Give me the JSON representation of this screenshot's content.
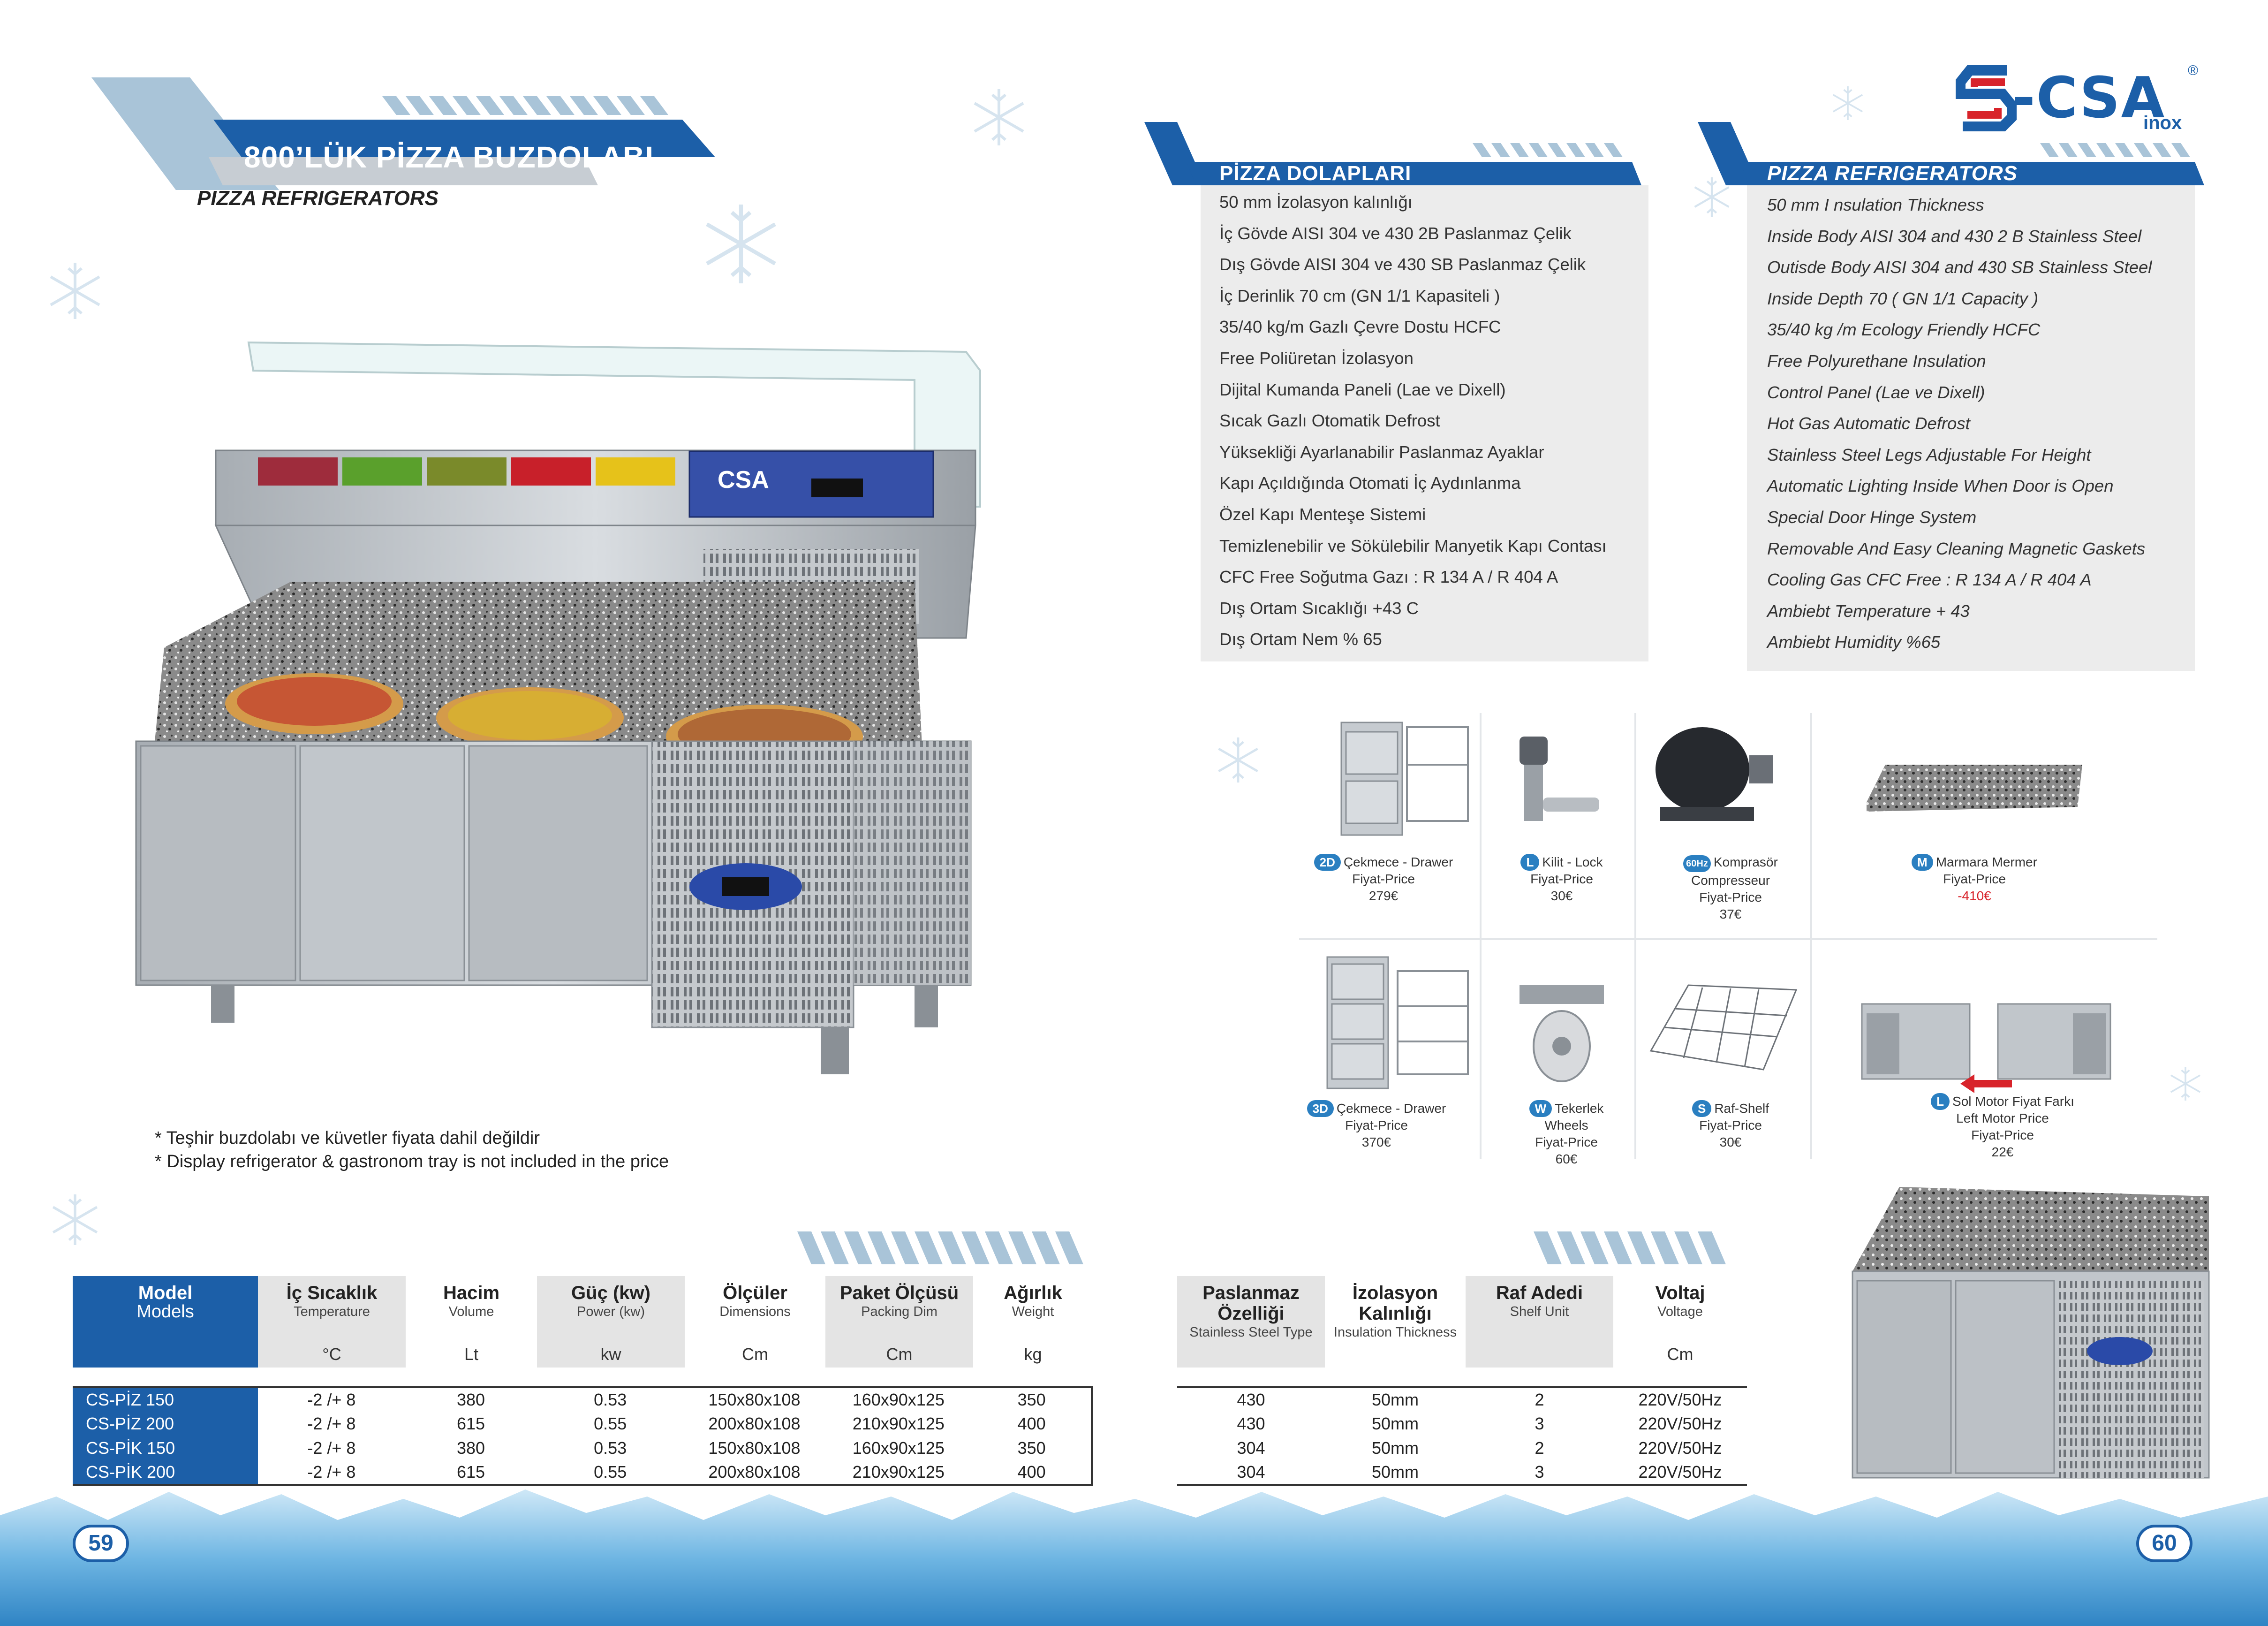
{
  "brand": {
    "name": "-CSA",
    "sub": "inox",
    "reg": "®"
  },
  "left": {
    "title": "800’LÜK PİZZA BUZDOLABI",
    "subtitle": "PIZZA REFRIGERATORS",
    "notes": [
      "* Teşhir buzdolabı ve küvetler  fiyata dahil değildir",
      "* Display refrigerator & gastronom tray is not included in the price"
    ]
  },
  "specs_tr": {
    "header": "PİZZA  DOLAPLARI",
    "items": [
      "50 mm İzolasyon kalınlığı",
      "İç Gövde AISI 304 ve 430 2B Paslanmaz Çelik",
      "Dış Gövde AISI 304 ve 430 SB Paslanmaz Çelik",
      "İç Derinlik 70 cm (GN 1/1 Kapasiteli )",
      "35/40 kg/m Gazlı Çevre Dostu HCFC",
      "Free Poliüretan İzolasyon",
      "Dijital Kumanda Paneli (Lae ve Dixell)",
      "Sıcak Gazlı Otomatik Defrost",
      "Yüksekliği Ayarlanabilir Paslanmaz Ayaklar",
      "Kapı Açıldığında Otomati İç Aydınlanma",
      "Özel  Kapı Menteşe Sistemi",
      "Temizlenebilir ve Sökülebilir Manyetik Kapı Contası",
      "CFC Free Soğutma Gazı : R 134 A  / R 404 A",
      "Dış Ortam Sıcaklığı  +43 C",
      "Dış Ortam Nem  % 65"
    ]
  },
  "specs_en": {
    "header": "PIZZA REFRIGERATORS",
    "items": [
      "50 mm I nsulation Thickness",
      "Inside Body AISI 304 and 430 2 B Stainless Steel",
      "Outisde Body AISI 304 and 430 SB Stainless Steel",
      "Inside Depth 70 ( GN 1/1 Capacity )",
      "35/40 kg /m Ecology Friendly HCFC",
      "Free Polyurethane Insulation",
      "Control Panel (Lae ve Dixell)",
      "Hot Gas Automatic Defrost",
      "Stainless Steel Legs Adjustable For Height",
      "Automatic Lighting Inside When Door is Open",
      "Special Door Hinge System",
      "Removable And Easy Cleaning Magnetic Gaskets",
      "Cooling Gas CFC Free : R 134 A  / R 404 A",
      "Ambiebt Temperature + 43",
      "Ambiebt  Humidity  %65"
    ]
  },
  "options": [
    {
      "code": "2D",
      "name": "Çekmece - Drawer",
      "label": "Fiyat-Price",
      "price": "279€"
    },
    {
      "code": "L",
      "name": "Kilit - Lock",
      "label": "Fiyat-Price",
      "price": "30€"
    },
    {
      "code": "60Hz",
      "name": "Komprasör",
      "name2": "Compresseur",
      "label": "Fiyat-Price",
      "price": "37€"
    },
    {
      "code": "M",
      "name": "Marmara Mermer",
      "label": "Fiyat-Price",
      "price": "-410€"
    },
    {
      "code": "3D",
      "name": "Çekmece - Drawer",
      "label": "Fiyat-Price",
      "price": "370€"
    },
    {
      "code": "W",
      "name": "Tekerlek",
      "name2": "Wheels",
      "label": "Fiyat-Price",
      "price": "60€"
    },
    {
      "code": "S",
      "name": "Raf-Shelf",
      "label": "Fiyat-Price",
      "price": "30€"
    },
    {
      "code": "L",
      "name": "Sol Motor Fiyat Farkı",
      "name2": "Left Motor Price",
      "label": "Fiyat-Price",
      "price": "22€"
    }
  ],
  "table_left": {
    "headers": [
      {
        "t": "Model",
        "s": "Models",
        "u": ""
      },
      {
        "t": "İç Sıcaklık",
        "s": "Temperature",
        "u": "°C"
      },
      {
        "t": "Hacim",
        "s": "Volume",
        "u": "Lt"
      },
      {
        "t": "Güç (kw)",
        "s": "Power (kw)",
        "u": "kw"
      },
      {
        "t": "Ölçüler",
        "s": "Dimensions",
        "u": "Cm"
      },
      {
        "t": "Paket Ölçüsü",
        "s": "Packing Dim",
        "u": "Cm"
      },
      {
        "t": "Ağırlık",
        "s": "Weight",
        "u": "kg"
      }
    ],
    "rows": [
      [
        "CS-PİZ  150",
        "-2 /+ 8",
        "380",
        "0.53",
        "150x80x108",
        "160x90x125",
        "350"
      ],
      [
        "CS-PİZ  200",
        "-2 /+ 8",
        "615",
        "0.55",
        "200x80x108",
        "210x90x125",
        "400"
      ],
      [
        "CS-PİK  150",
        "-2 /+ 8",
        "380",
        "0.53",
        "150x80x108",
        "160x90x125",
        "350"
      ],
      [
        "CS-PİK  200",
        "-2 /+ 8",
        "615",
        "0.55",
        "200x80x108",
        "210x90x125",
        "400"
      ]
    ]
  },
  "table_right": {
    "headers": [
      {
        "t": "Paslanmaz Özelliği",
        "s": "Stainless Steel Type",
        "u": ""
      },
      {
        "t": "İzolasyon Kalınlığı",
        "s": "Insulation Thickness",
        "u": ""
      },
      {
        "t": "Raf Adedi",
        "s": "Shelf Unit",
        "u": ""
      },
      {
        "t": "Voltaj",
        "s": "Voltage",
        "u": "Cm"
      }
    ],
    "rows": [
      [
        "430",
        "50mm",
        "2",
        "220V/50Hz"
      ],
      [
        "430",
        "50mm",
        "3",
        "220V/50Hz"
      ],
      [
        "304",
        "50mm",
        "2",
        "220V/50Hz"
      ],
      [
        "304",
        "50mm",
        "3",
        "220V/50Hz"
      ]
    ]
  },
  "pages": {
    "left": "59",
    "right": "60"
  },
  "colors": {
    "blue": "#1c5fa8",
    "dark_blue": "#174a8b",
    "light_blue": "#a9c4d8",
    "red": "#d8232a",
    "spec_bg": "#ececec"
  }
}
